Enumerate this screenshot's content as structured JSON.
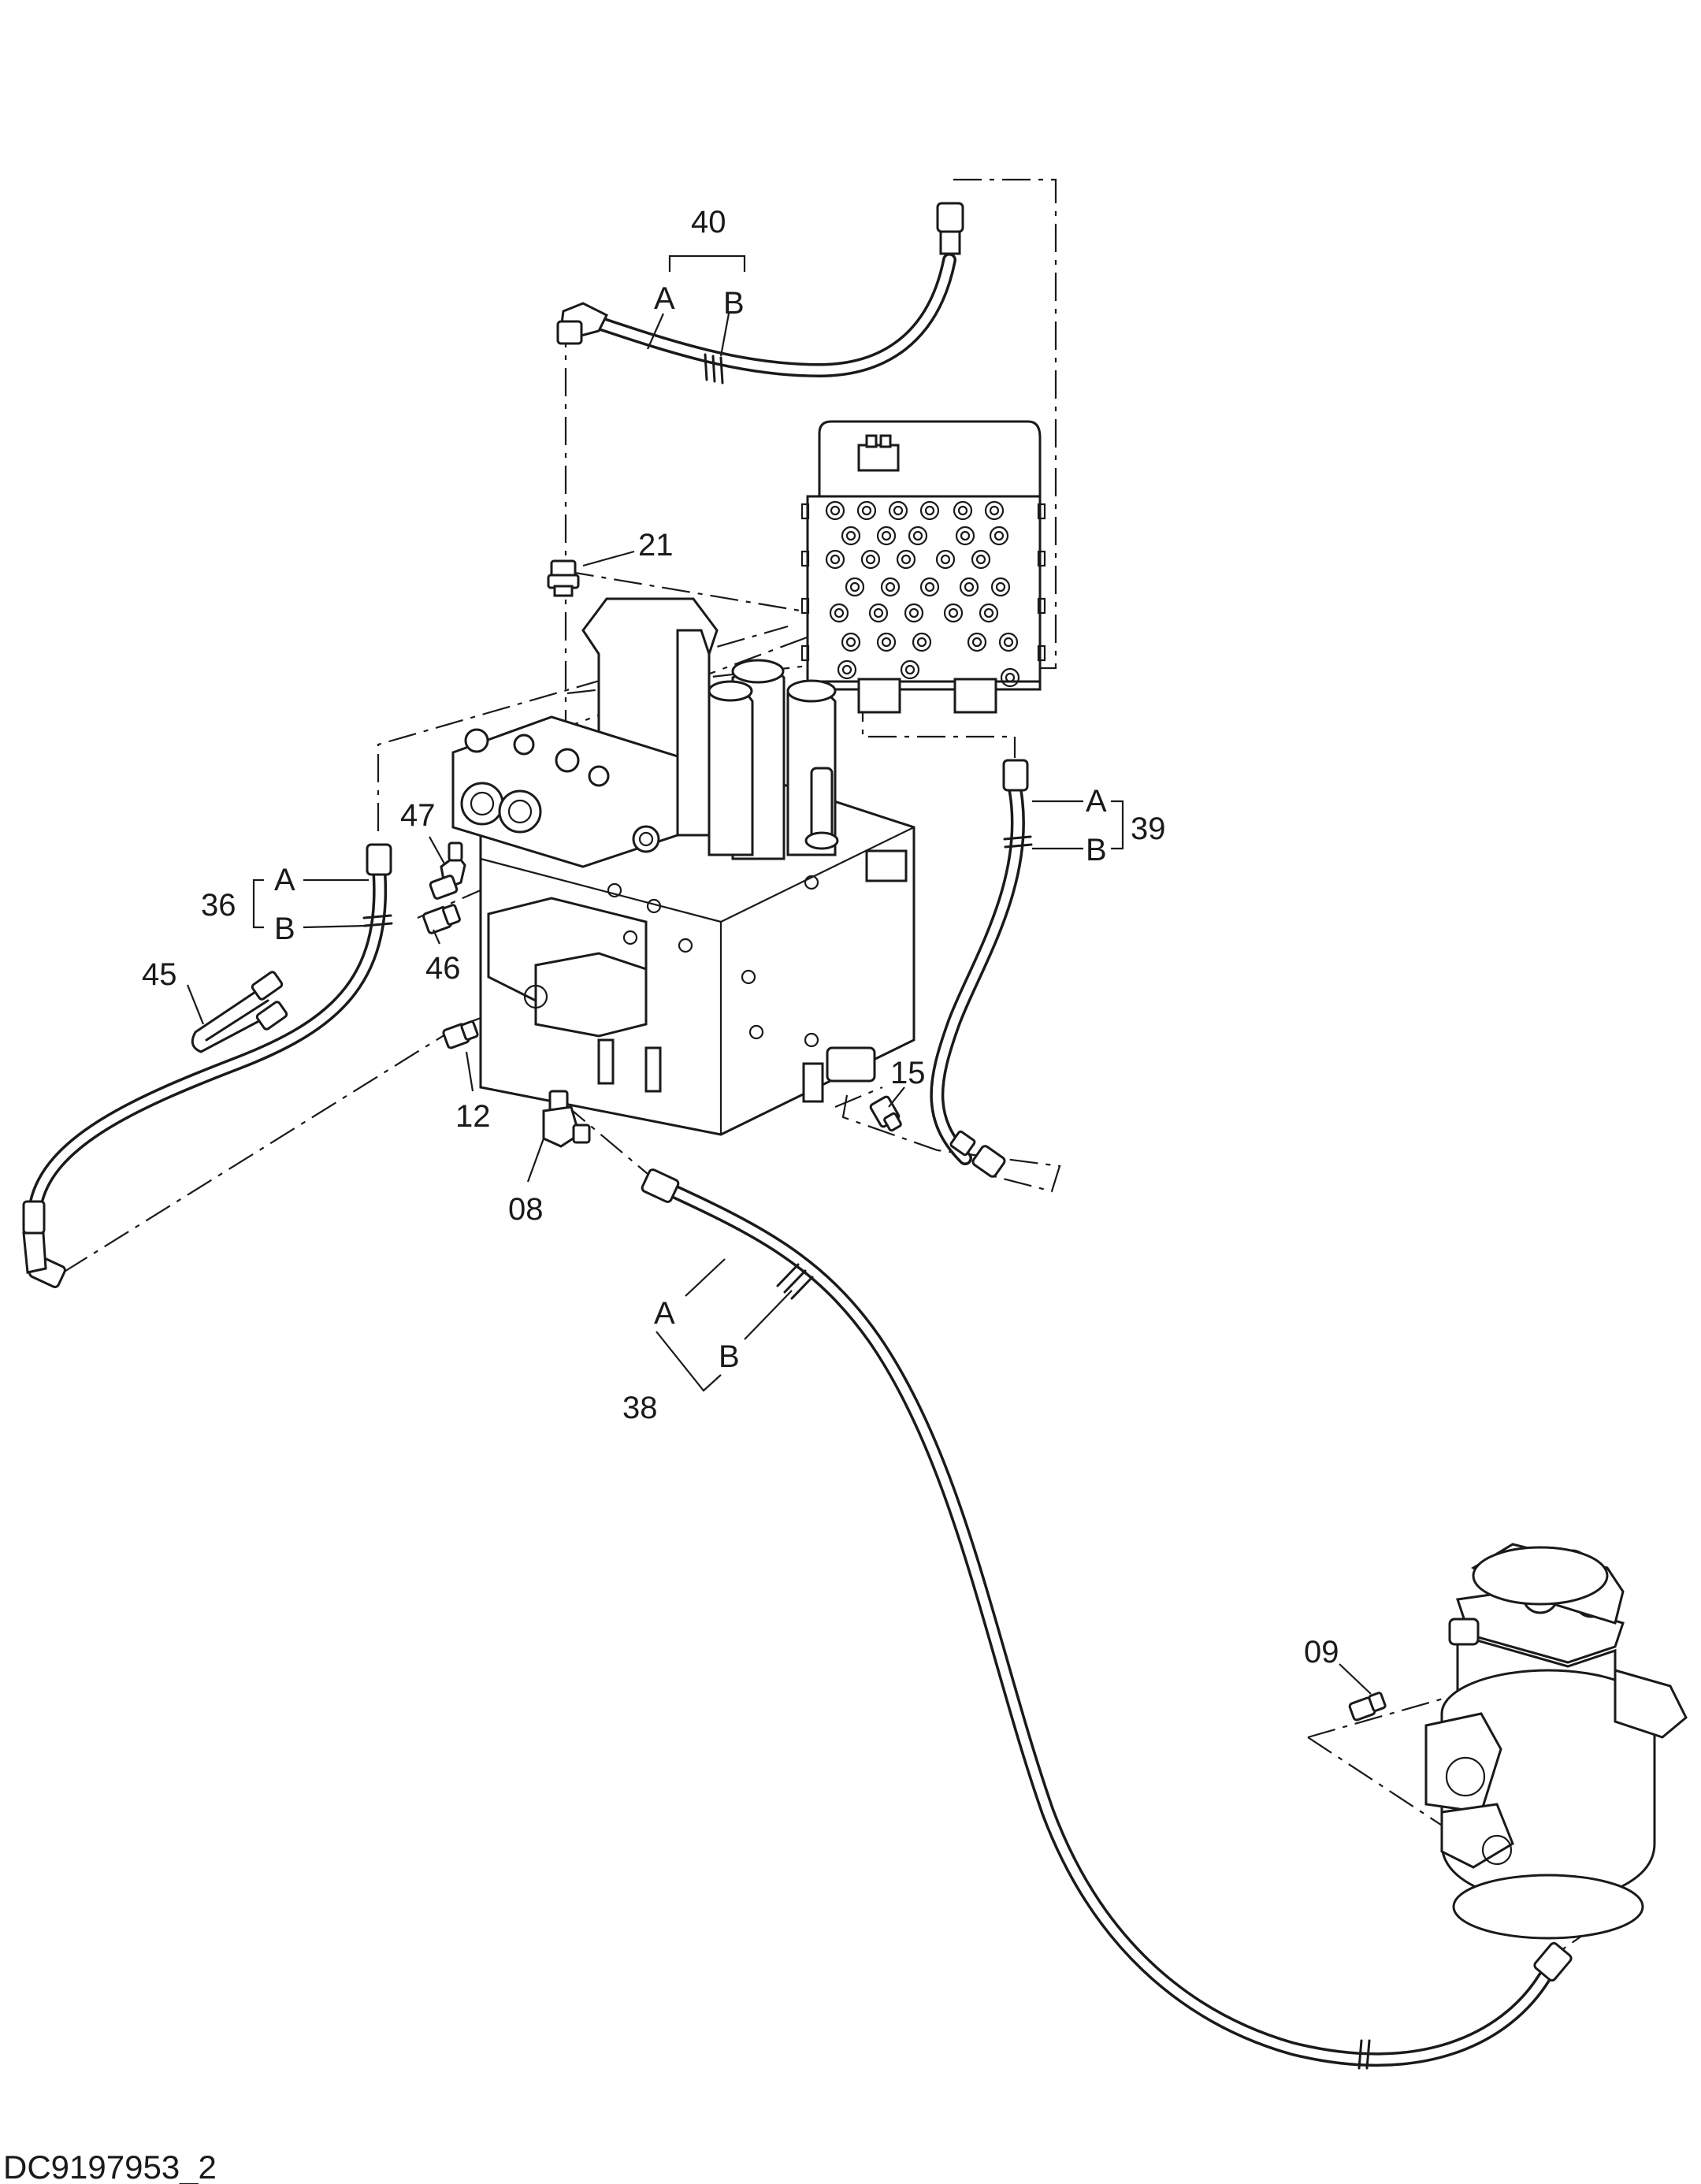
{
  "document_id": "DC9197953_2",
  "part_labels": {
    "p40": "40",
    "p21": "21",
    "p47": "47",
    "p36": "36",
    "p46": "46",
    "p45": "45",
    "p12": "12",
    "p08": "08",
    "p15": "15",
    "p39": "39",
    "p38": "38",
    "p09": "09"
  },
  "sub_labels": {
    "a": "A",
    "b": "B"
  }
}
